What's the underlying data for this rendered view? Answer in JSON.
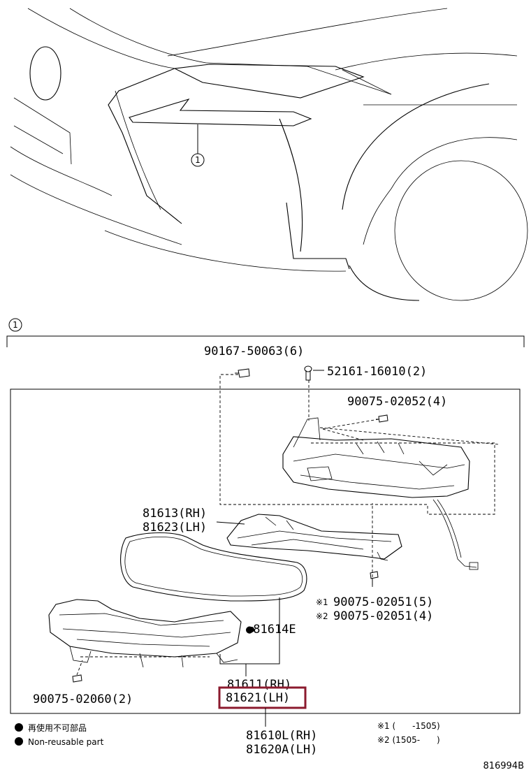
{
  "callout": {
    "number": "1"
  },
  "parts": {
    "screw_top": "90167-50063(6)",
    "bolt_top": "52161-16010(2)",
    "screw_right_top": "90075-02052(4)",
    "lamp_rh": "81613(RH)",
    "lamp_lh": "81623(LH)",
    "note1_mark": "※1",
    "note1_part": "90075-02051(5)",
    "note2_mark": "※2",
    "note2_part": "90075-02051(4)",
    "gasket": "●81614E",
    "assy_rh": "81611(RH)",
    "assy_lh": "81621(LH)",
    "screw_bottom": "90075-02060(2)",
    "main_rh": "81610L(RH)",
    "main_lh": "81620A(LH)"
  },
  "legend": {
    "japanese": "再使用不可部品",
    "english": "Non-reusable part",
    "note1": "※1 (　　-1505)",
    "note2": "※2 (1505-　　)"
  },
  "illustration_code": "816994B",
  "colors": {
    "highlight": "#8b1a2e"
  }
}
